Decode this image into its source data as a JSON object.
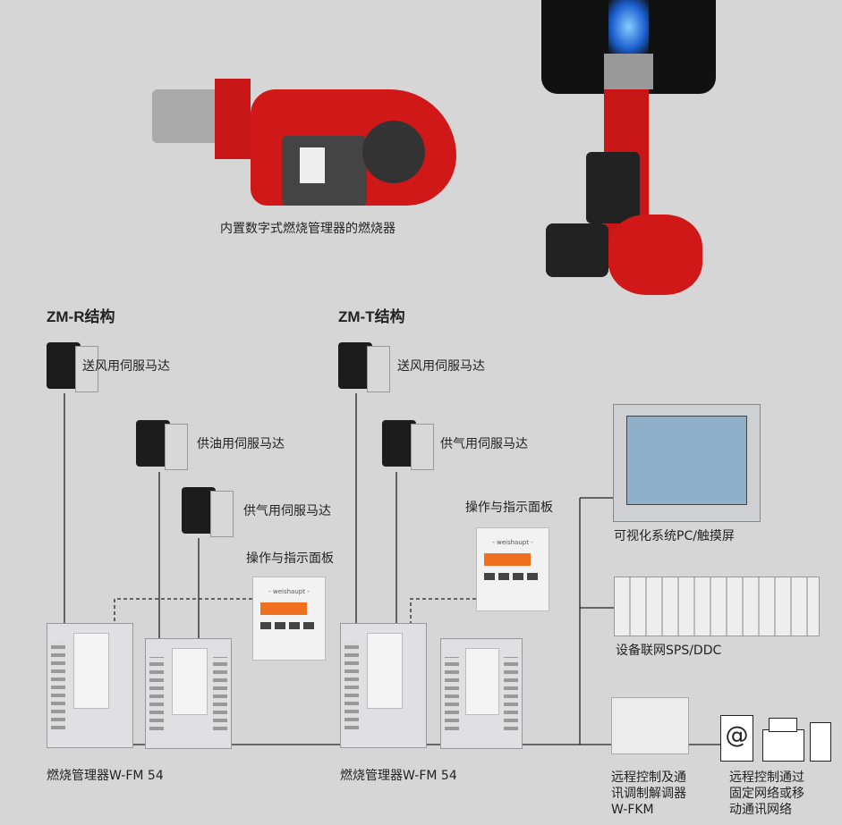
{
  "burner_caption": "内置数字式燃烧管理器的燃烧器",
  "zmr": {
    "title": "ZM-R结构",
    "motor_air": "送风用伺服马达",
    "motor_oil": "供油用伺服马达",
    "motor_gas": "供气用伺服马达",
    "panel": "操作与指示面板",
    "controller": "燃烧管理器W-FM 54"
  },
  "zmt": {
    "title": "ZM-T结构",
    "motor_air": "送风用伺服马达",
    "motor_gas": "供气用伺服马达",
    "panel": "操作与指示面板",
    "controller": "燃烧管理器W-FM 54"
  },
  "panel_brand": "- weishaupt -",
  "pc": "可视化系统PC/触摸屏",
  "sps": "设备联网SPS/DDC",
  "fkm": [
    "远程控制及通",
    "讯调制解调器",
    "W-FKM"
  ],
  "remote": [
    "远程控制通过",
    "固定网络或移",
    "动通讯网络"
  ],
  "at_symbol": "@",
  "colors": {
    "background": "#d6d6d6",
    "burner_red": "#d01818",
    "lcd": "#f07020"
  }
}
